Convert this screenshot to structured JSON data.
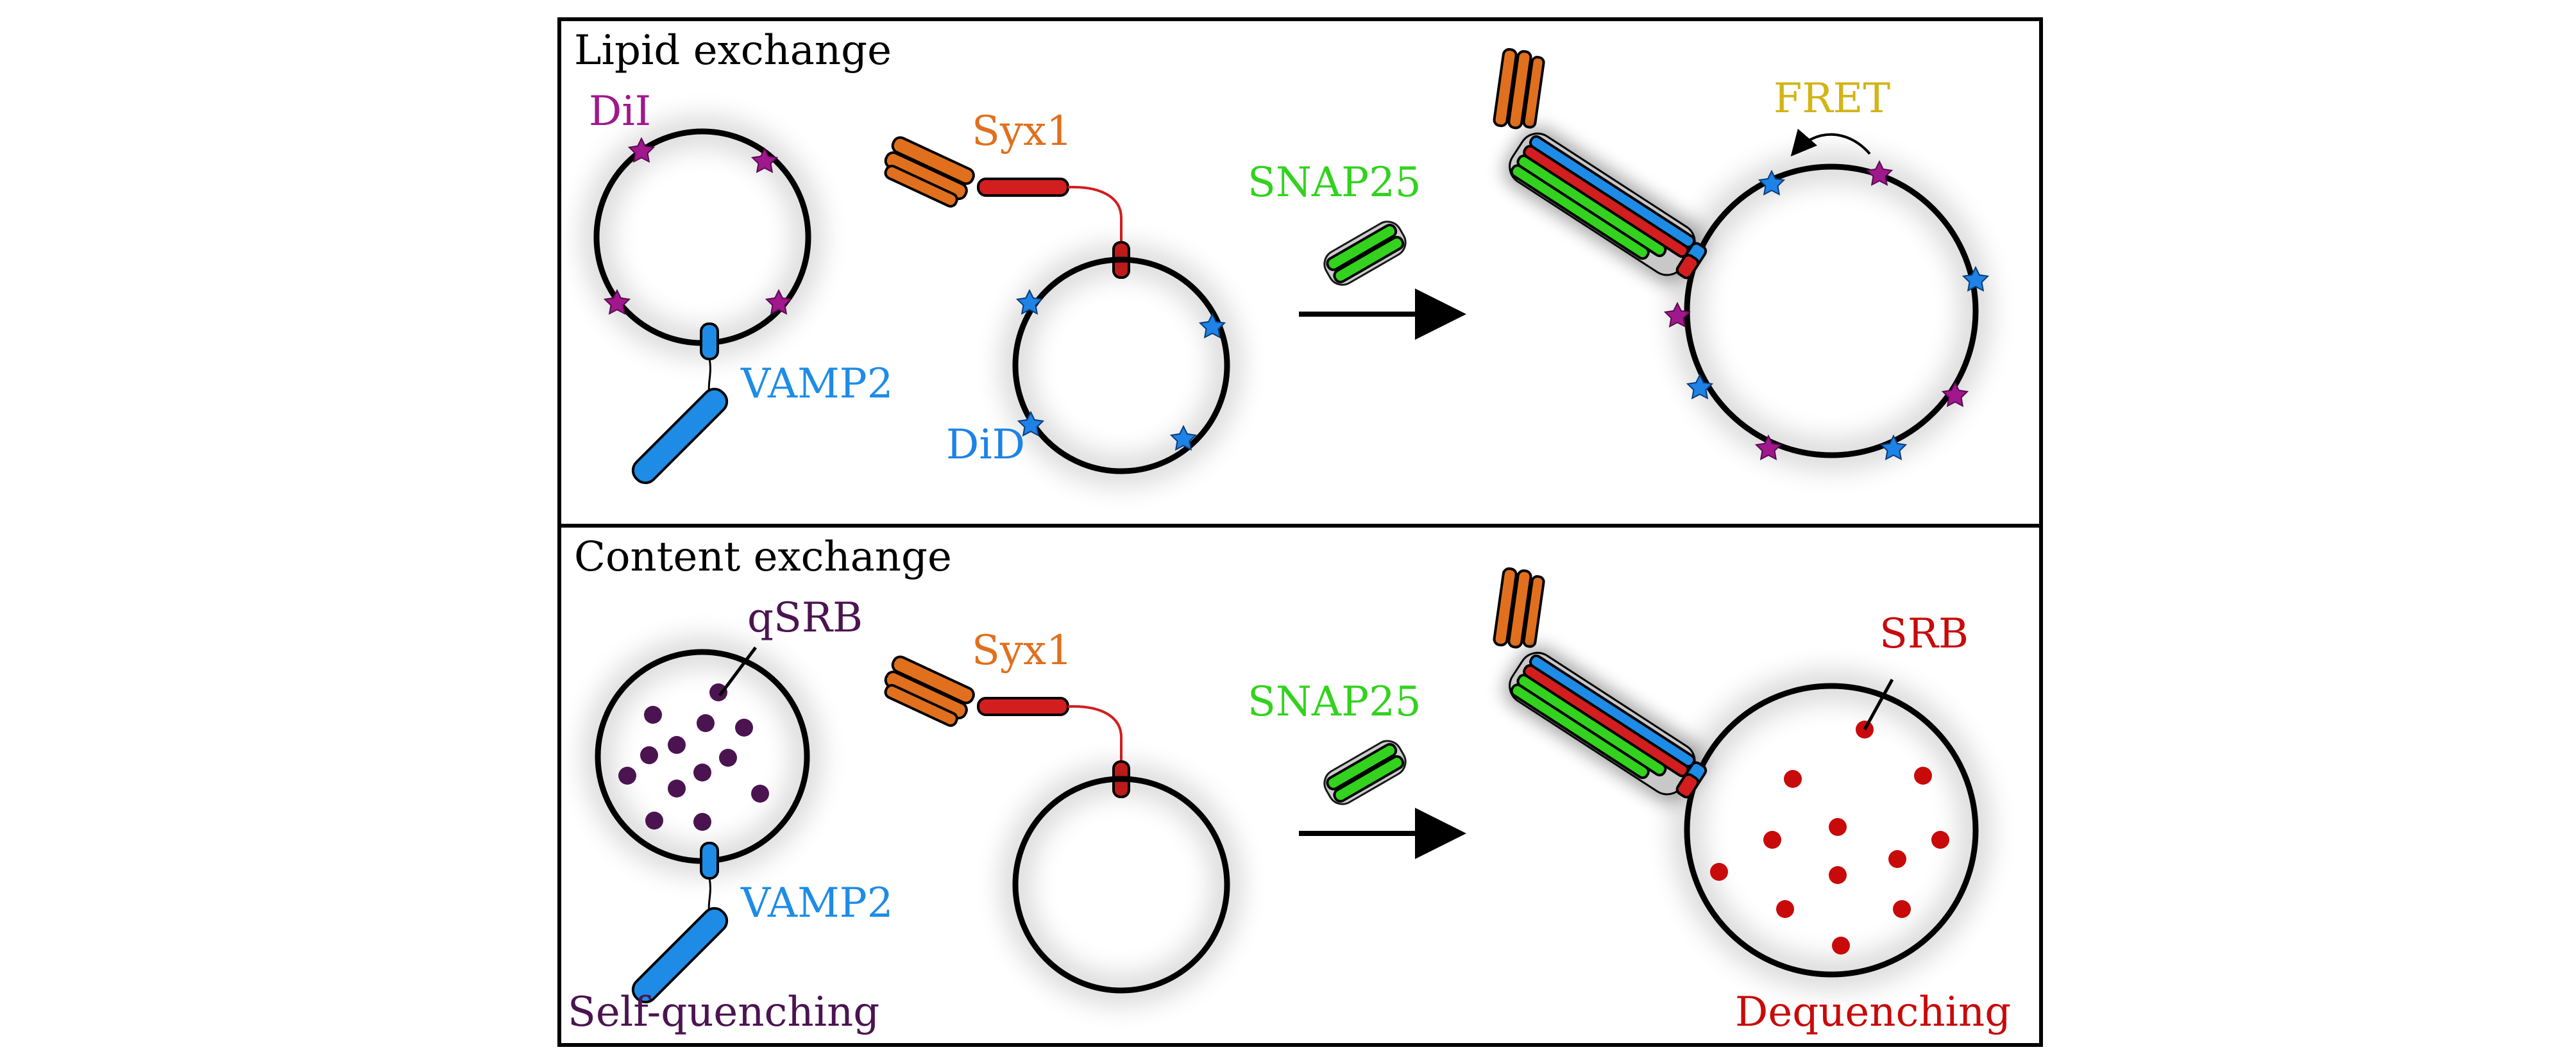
{
  "panels": {
    "lipid": {
      "title": "Lipid exchange",
      "dil": "DiI",
      "syx1": "Syx1",
      "snap25": "SNAP25",
      "vamp2": "VAMP2",
      "did": "DiD",
      "fret": "FRET"
    },
    "content": {
      "title": "Content exchange",
      "qsrb": "qSRB",
      "syx1": "Syx1",
      "snap25": "SNAP25",
      "vamp2": "VAMP2",
      "srb": "SRB",
      "self_quenching": "Self-quenching",
      "dequenching": "Dequenching"
    }
  },
  "colors": {
    "dil": "#a0188c",
    "did": "#1e82e6",
    "vamp2": "#1e8ce6",
    "syx1_habc": "#e0701e",
    "syx1_helix": "#d21e1e",
    "snap25": "#32d21e",
    "fret": "#d2b414",
    "qsrb": "#4b1450",
    "srb": "#c80a0a"
  }
}
